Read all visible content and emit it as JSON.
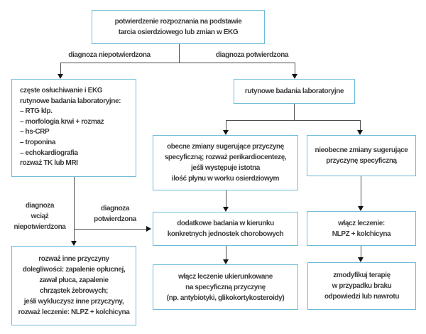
{
  "flowchart": {
    "nodes": {
      "confirmation": "potwierdzenie rozpoznania na podstawie\ntarcia osierdziowego lub zmian w EKG",
      "monitoring": "częste osłuchiwanie i EKG\nrutynowe badania laboratoryjne:\n– RTG klp.\n– morfologia krwi + rozmaz\n– hs-CRP\n– troponina\n– echokardiografia\nrozważ TK lub MRI",
      "routine_labs": "rutynowe badania laboratoryjne",
      "present_changes": "obecne zmiany sugerujące przyczynę\nspecyficzną; rozważ perikardiocentezę,\njeśli występuje istotna\nilość płynu w worku osierdziowym",
      "absent_changes": "nieobecne zmiany sugerujące\nprzyczynę specyficzną",
      "additional_tests": "dodatkowe badania w kierunku\nkonkretnych jednostek chorobowych",
      "start_treatment": "włącz leczenie:\nNLPZ + kolchicyna",
      "other_causes": "rozważ inne przyczyny\ndolegliwości: zapalenie opłucnej,\nzawał płuca, zapalenie\nchrząstek żebrowych;\njeśli wykluczysz inne przyczyny,\nrozważ leczenie: NLPZ + kolchicyna",
      "targeted_treatment": "włącz leczenie ukierunkowane\nna specyficzną przyczynę\n(np. antybiotyki, glikokortykosteroidy)",
      "modify_therapy": "zmodyfikuj terapię\nw przypadku braku\nodpowiedzi lub nawrotu"
    },
    "edge_labels": {
      "diagnosis_unconfirmed": "diagnoza niepotwierdzona",
      "diagnosis_confirmed": "diagnoza potwierdzona",
      "diagnosis_still_unconfirmed": "diagnoza\nwciąż\nniepotwierdzona",
      "diagnosis_confirmed_lower": "diagnoza\npotwierdzona"
    },
    "colors": {
      "node_border": "#6dbcd9",
      "text": "#3c3c3b",
      "connector": "#4d4d4d",
      "arrowhead": "#141414",
      "background": "#ffffff"
    }
  }
}
